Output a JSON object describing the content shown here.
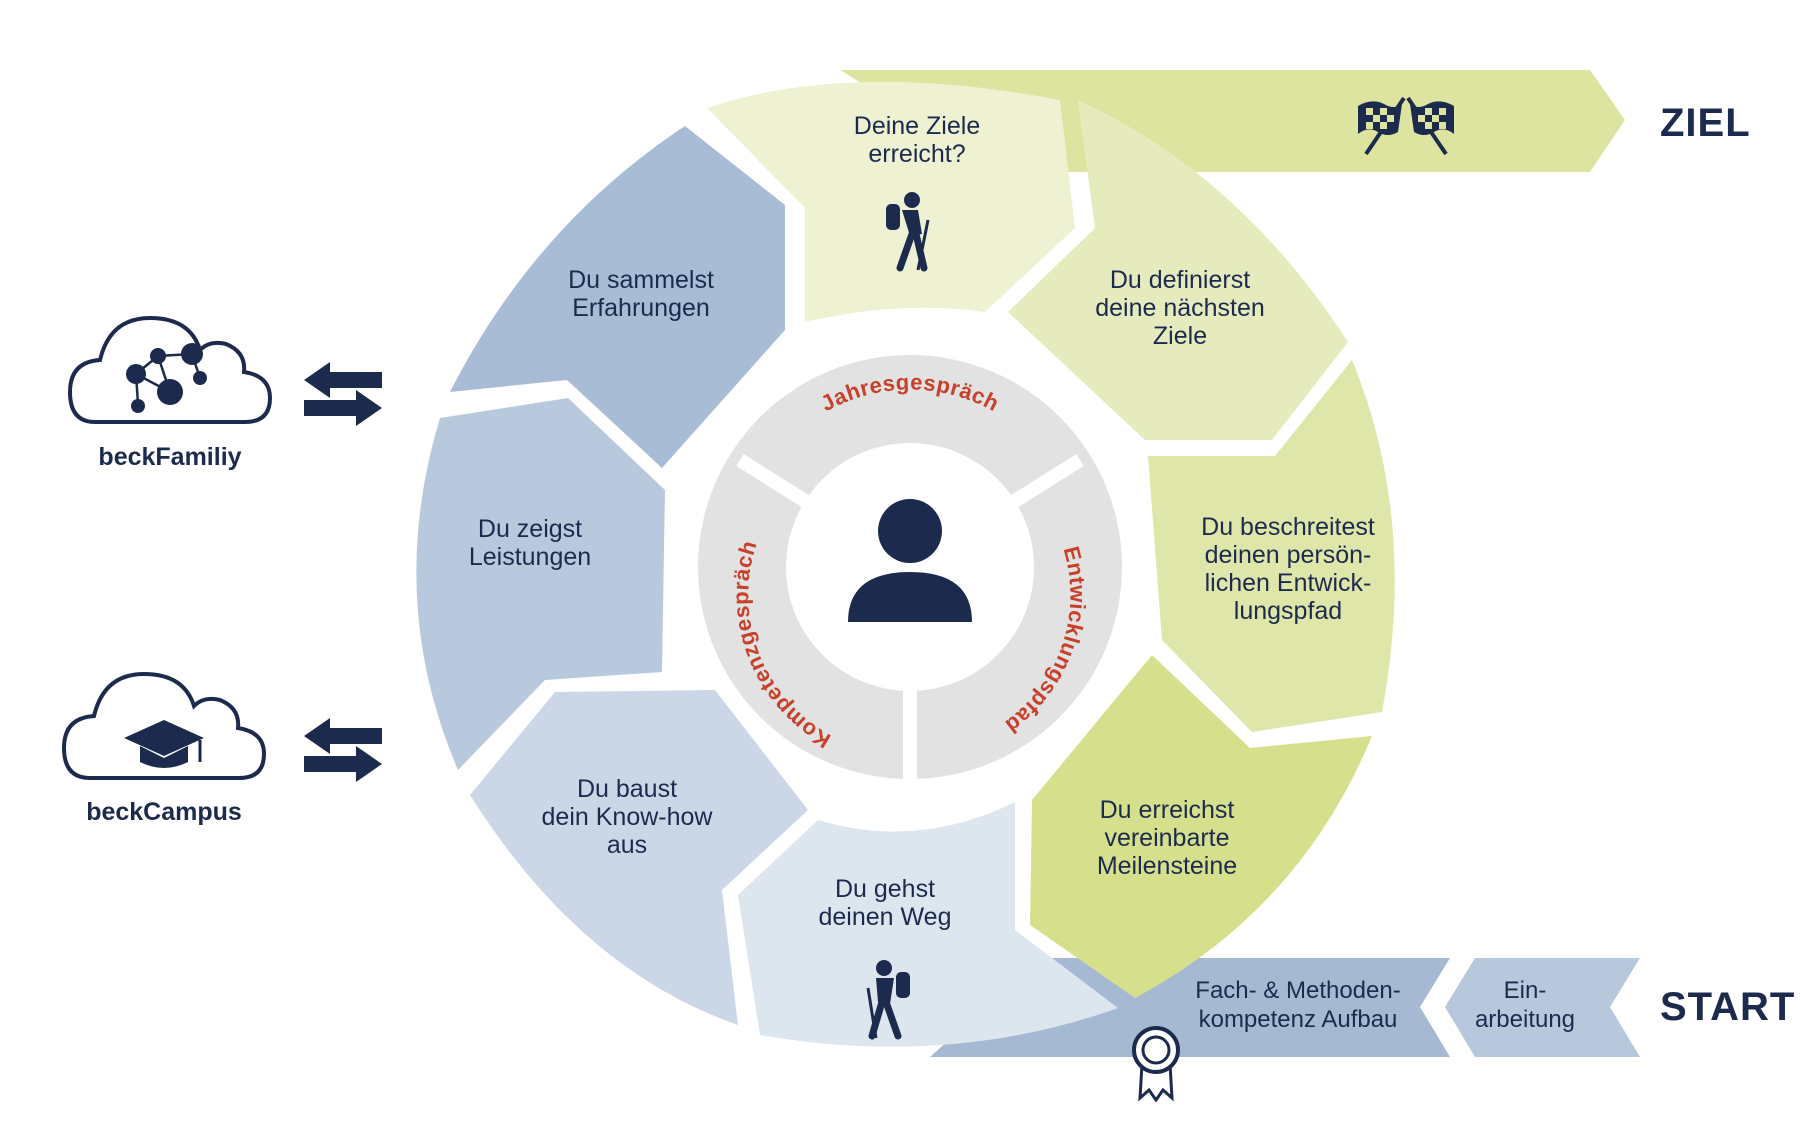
{
  "goal": {
    "label": "ZIEL",
    "icon": "checkered-flags-icon"
  },
  "start": {
    "label": "START",
    "stages": [
      {
        "line1": "Fach- & Methoden-",
        "line2": "kompetenz Aufbau"
      },
      {
        "line1": "Ein-",
        "line2": "arbeitung"
      }
    ],
    "icon": "award-ribbon-icon"
  },
  "cycle_steps": [
    {
      "lines": [
        "Deine Ziele",
        "erreicht?"
      ],
      "icon": "hiker-icon"
    },
    {
      "lines": [
        "Du definierst",
        "deine nächsten",
        "Ziele"
      ]
    },
    {
      "lines": [
        "Du beschreitest",
        "deinen persön-",
        "lichen Entwick-",
        "lungspfad"
      ]
    },
    {
      "lines": [
        "Du erreichst",
        "vereinbarte",
        "Meilensteine"
      ]
    },
    {
      "lines": [
        "Du gehst",
        "deinen Weg"
      ],
      "icon": "hiker-icon"
    },
    {
      "lines": [
        "Du baust",
        "dein Know-how",
        "aus"
      ]
    },
    {
      "lines": [
        "Du zeigst",
        "Leistungen"
      ]
    },
    {
      "lines": [
        "Du sammelst",
        "Erfahrungen"
      ]
    }
  ],
  "inner_ring": [
    "Jahresgespräch",
    "Entwicklungspfad",
    "Kompetenzgespräch"
  ],
  "center": {
    "icon": "person-icon"
  },
  "platforms": [
    {
      "label": "beckFamiliy",
      "icon": "cloud-network-icon"
    },
    {
      "label": "beckCampus",
      "icon": "cloud-graduation-cap-icon"
    }
  ],
  "colors": {
    "navy": "#1c2b4d",
    "accent_red": "#c8402a",
    "ring_grey": "#e2e2e2",
    "green_light": "#eef1d2",
    "green_mid": "#e3e9b6",
    "green_strong": "#d6e08c",
    "blue_mid": "#a9bcd5",
    "blue_light": "#dde5ef",
    "banner_blue": "#a5b9d2"
  }
}
